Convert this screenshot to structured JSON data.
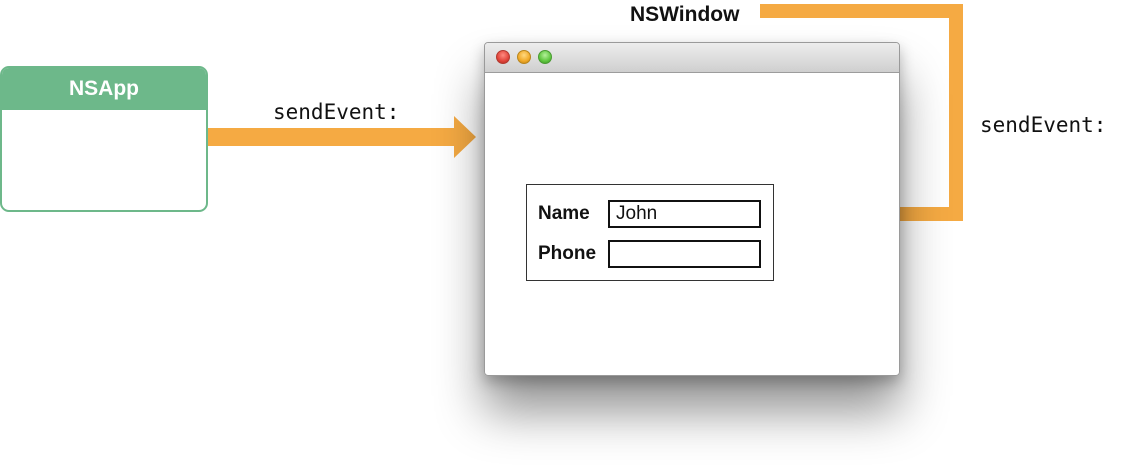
{
  "app": {
    "title": "NSApp"
  },
  "window": {
    "title": "NSWindow",
    "buttons": [
      "close",
      "minimize",
      "zoom"
    ]
  },
  "messages": {
    "app_to_window": "sendEvent:",
    "window_to_field": "sendEvent:"
  },
  "form": {
    "name_label": "Name",
    "name_value": "John",
    "phone_label": "Phone",
    "phone_value": ""
  },
  "colors": {
    "arrow": "#f5aa43",
    "app_header": "#6db88a",
    "app_border": "#6db88a"
  },
  "icons": {
    "close": "close-icon",
    "minimize": "minimize-icon",
    "zoom": "zoom-icon"
  }
}
